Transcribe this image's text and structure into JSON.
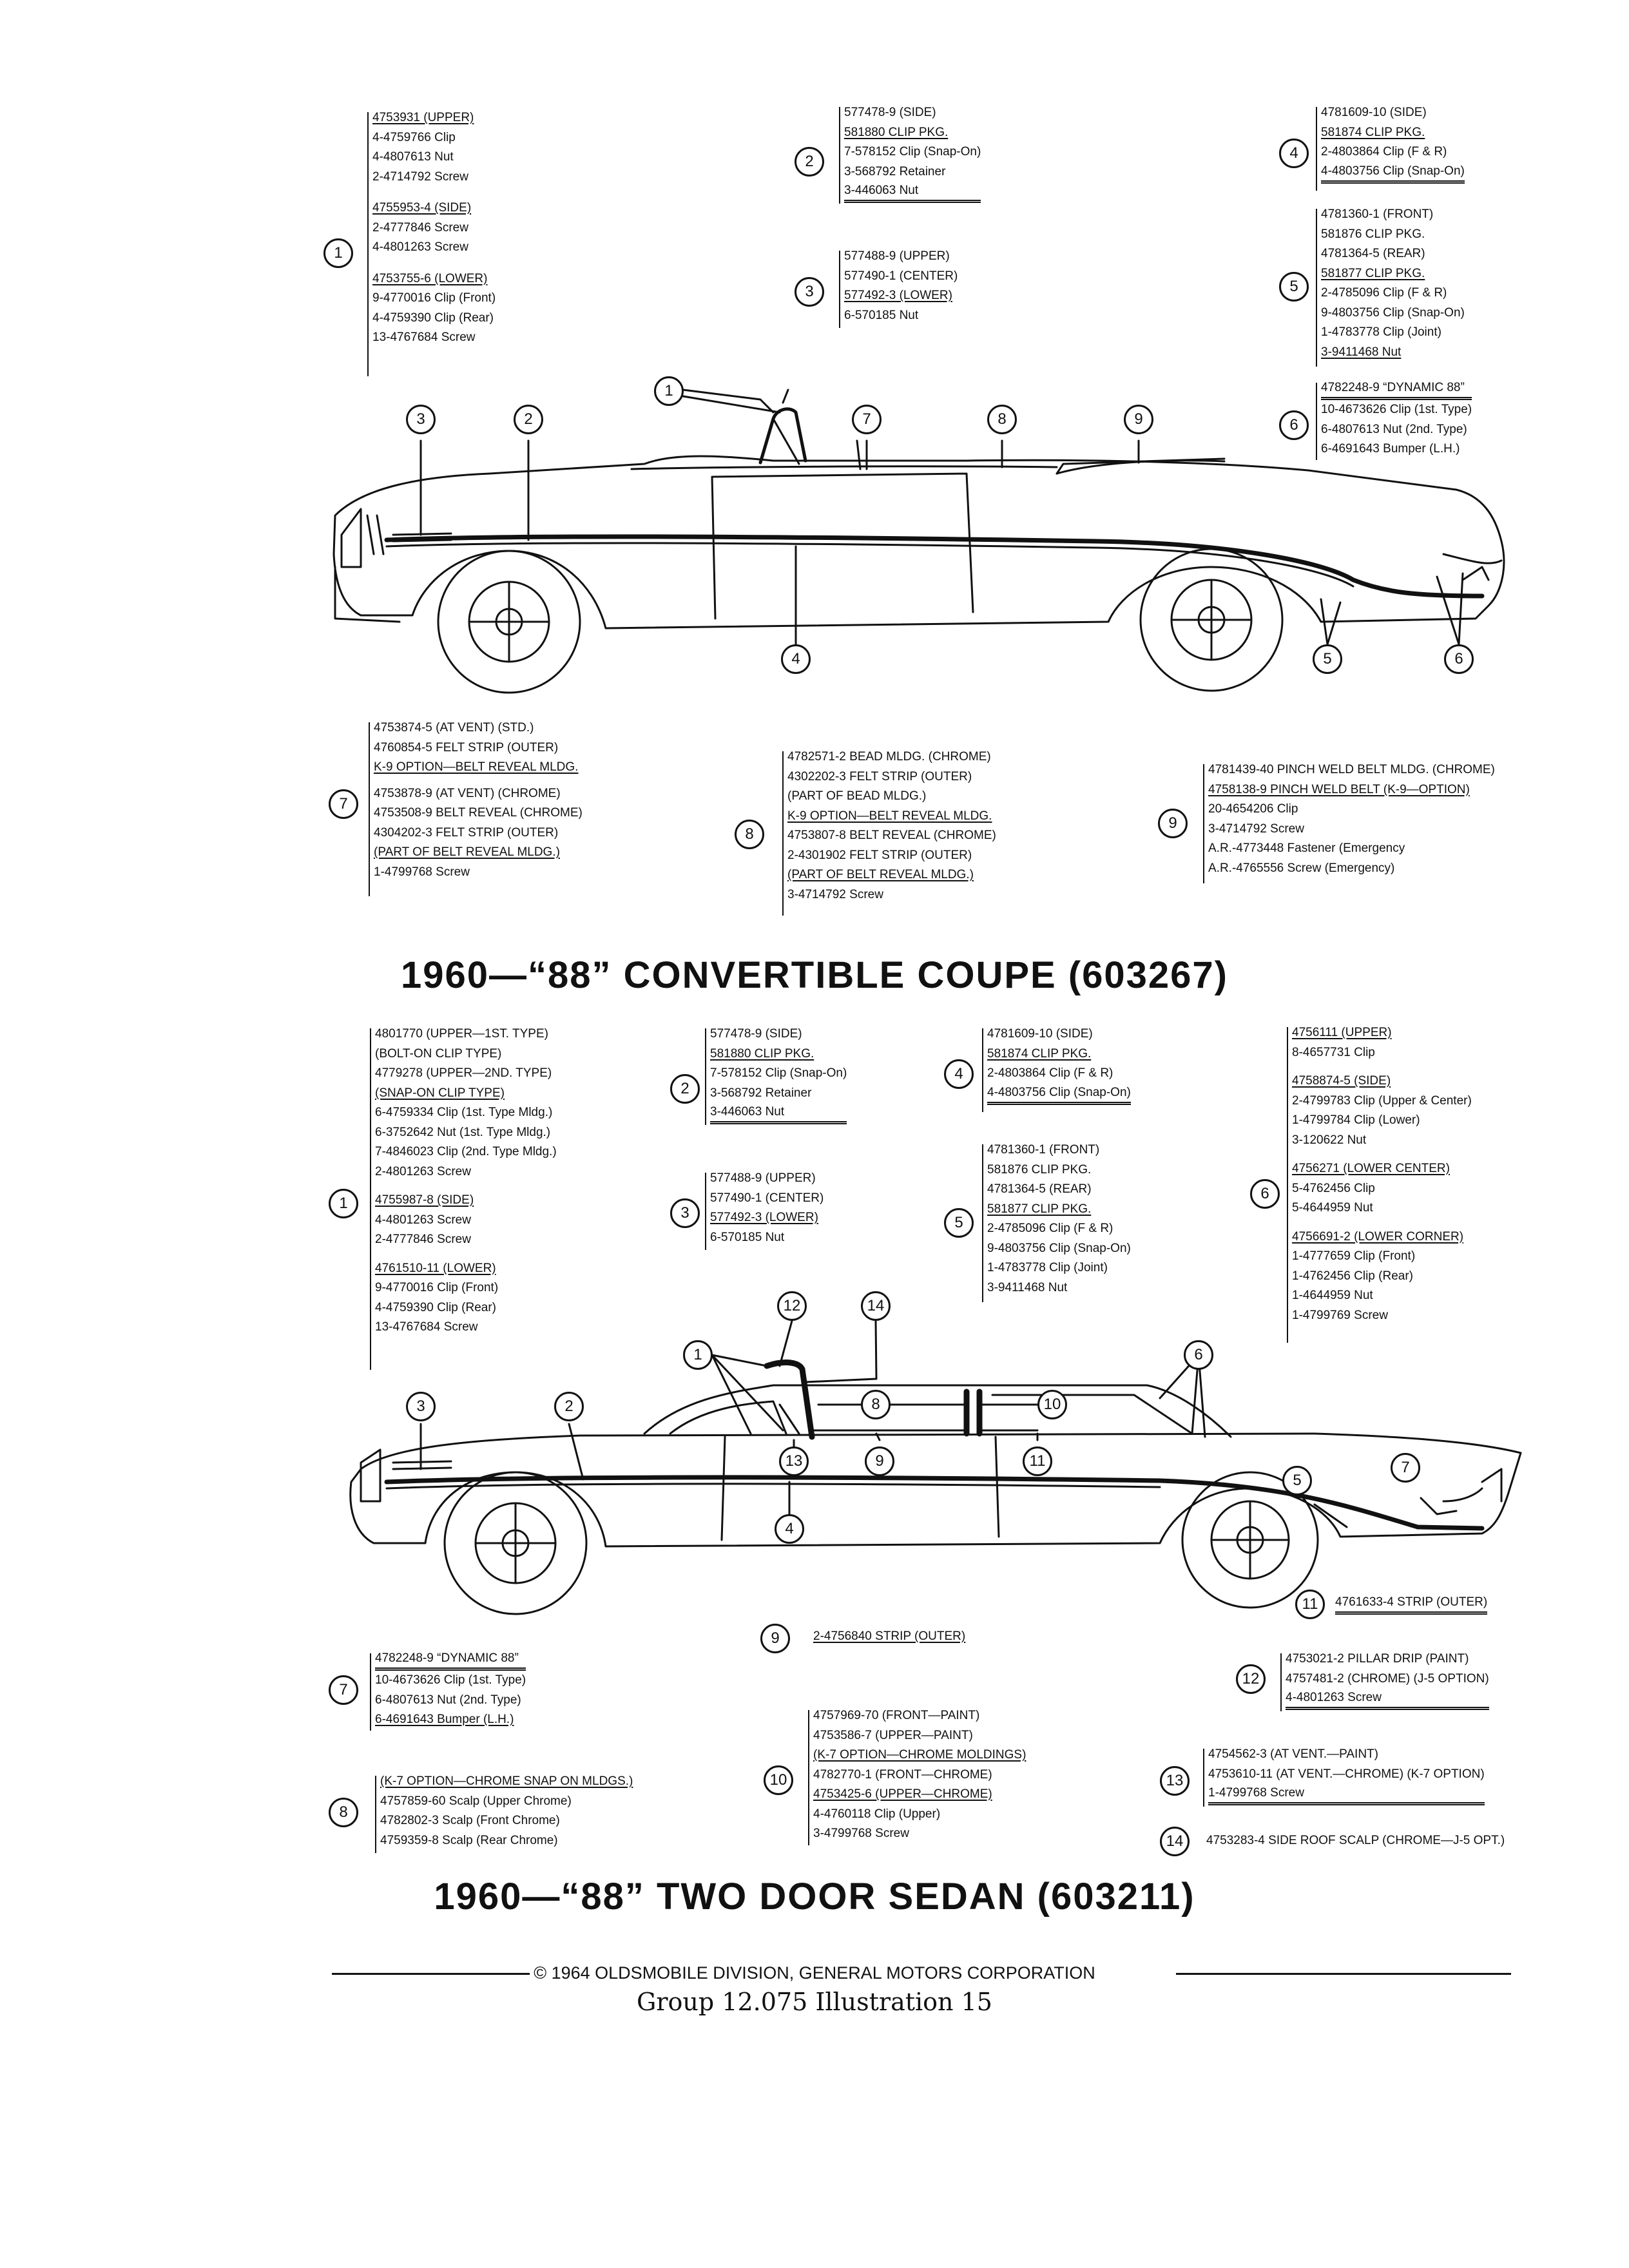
{
  "title_convertible": "1960—“88” CONVERTIBLE COUPE (603267)",
  "title_sedan": "1960—“88” TWO DOOR SEDAN (603211)",
  "copyright": "© 1964 OLDSMOBILE DIVISION, GENERAL MOTORS CORPORATION",
  "group_caption": "Group 12.075   Illustration 15",
  "callouts": {
    "c1": "1",
    "c2": "2",
    "c3": "3",
    "c4": "4",
    "c5": "5",
    "c6": "6",
    "c7": "7",
    "c8": "8",
    "c9": "9",
    "c10": "10",
    "c11": "11",
    "c12": "12",
    "c13": "13",
    "c14": "14"
  },
  "conv": {
    "g1": [
      "4753931 (UPPER)",
      "4-4759766  Clip",
      "4-4807613  Nut",
      "2-4714792  Screw",
      "4755953-4 (SIDE)",
      "2-4777846  Screw",
      "4-4801263  Screw",
      "4753755-6 (LOWER)",
      "9-4770016  Clip (Front)",
      "4-4759390  Clip (Rear)",
      "13-4767684  Screw"
    ],
    "g2": [
      "577478-9 (SIDE)",
      "581880   CLIP PKG.",
      "7-578152  Clip (Snap-On)",
      "3-568792  Retainer",
      "3-446063  Nut"
    ],
    "g3": [
      "577488-9  (UPPER)",
      "577490-1  (CENTER)",
      "577492-3  (LOWER)",
      "6-570185  Nut"
    ],
    "g4": [
      "4781609-10 (SIDE)",
      "581874   CLIP PKG.",
      "2-4803864  Clip (F & R)",
      "4-4803756  Clip (Snap-On)"
    ],
    "g5": [
      "4781360-1 (FRONT)",
      "581876 CLIP PKG.",
      "4781364-5 (REAR)",
      "581877   CLIP PKG.",
      "2-4785096  Clip (F & R)",
      "9-4803756  Clip (Snap-On)",
      "1-4783778  Clip (Joint)",
      "3-9411468  Nut"
    ],
    "g6": [
      "4782248-9  “DYNAMIC 88”",
      "10-4673626  Clip (1st. Type)",
      "6-4807613  Nut (2nd. Type)",
      "6-4691643  Bumper (L.H.)"
    ],
    "g7": [
      "4753874-5  (AT VENT) (STD.)",
      "4760854-5  FELT STRIP (OUTER)",
      "K-9 OPTION—BELT REVEAL MLDG.",
      "4753878-9  (AT VENT) (CHROME)",
      "4753508-9  BELT REVEAL (CHROME)",
      "4304202-3  FELT STRIP (OUTER)",
      "(PART OF BELT REVEAL MLDG.)",
      "1-4799768  Screw"
    ],
    "g8": [
      "4782571-2  BEAD MLDG. (CHROME)",
      "4302202-3  FELT STRIP (OUTER)",
      "(PART OF BEAD MLDG.)",
      "K-9 OPTION—BELT REVEAL MLDG.",
      "4753807-8  BELT REVEAL (CHROME)",
      "2-4301902  FELT STRIP (OUTER)",
      "(PART OF BELT REVEAL MLDG.)",
      "3-4714792  Screw"
    ],
    "g9": [
      "4781439-40  PINCH WELD BELT MLDG. (CHROME)",
      "4758138-9  PINCH WELD BELT (K-9—OPTION)",
      "20-4654206  Clip",
      "3-4714792  Screw",
      "A.R.-4773448  Fastener (Emergency",
      "A.R.-4765556  Screw (Emergency)"
    ]
  },
  "sedan": {
    "g1": [
      "4801770  (UPPER—1ST. TYPE)",
      "(BOLT-ON CLIP TYPE)",
      "4779278  (UPPER—2ND. TYPE)",
      "(SNAP-ON CLIP TYPE)",
      "6-4759334  Clip (1st. Type Mldg.)",
      "6-3752642  Nut (1st. Type Mldg.)",
      "7-4846023  Clip (2nd. Type Mldg.)",
      "2-4801263  Screw",
      "4755987-8  (SIDE)",
      "4-4801263  Screw",
      "2-4777846  Screw",
      "4761510-11  (LOWER)",
      "9-4770016  Clip (Front)",
      "4-4759390  Clip (Rear)",
      "13-4767684  Screw"
    ],
    "g2": [
      "577478-9 (SIDE)",
      "581880   CLIP PKG.",
      "7-578152  Clip (Snap-On)",
      "3-568792  Retainer",
      "3-446063  Nut"
    ],
    "g3": [
      "577488-9  (UPPER)",
      "577490-1  (CENTER)",
      "577492-3  (LOWER)",
      "6-570185  Nut"
    ],
    "g4": [
      "4781609-10 (SIDE)",
      "581874   CLIP PKG.",
      "2-4803864  Clip (F & R)",
      "4-4803756  Clip (Snap-On)"
    ],
    "g5": [
      "4781360-1 (FRONT)",
      "581876  CLIP PKG.",
      "4781364-5 (REAR)",
      "581877   CLIP PKG.",
      "2-4785096  Clip (F & R)",
      "9-4803756  Clip (Snap-On)",
      "1-4783778  Clip (Joint)",
      "3-9411468  Nut"
    ],
    "g6": [
      "4756111  (UPPER)",
      "8-4657731  Clip",
      "4758874-5  (SIDE)",
      "2-4799783  Clip (Upper & Center)",
      "1-4799784  Clip (Lower)",
      "3-120622  Nut",
      "4756271  (LOWER CENTER)",
      "5-4762456  Clip",
      "5-4644959  Nut",
      "4756691-2  (LOWER CORNER)",
      "1-4777659  Clip (Front)",
      "1-4762456  Clip (Rear)",
      "1-4644959  Nut",
      "1-4799769  Screw"
    ],
    "g7": [
      "4782248-9  “DYNAMIC 88”",
      "10-4673626  Clip (1st. Type)",
      "6-4807613  Nut (2nd. Type)",
      "6-4691643  Bumper (L.H.)"
    ],
    "g8": [
      "(K-7 OPTION—CHROME SNAP ON MLDGS.)",
      "4757859-60  Scalp (Upper Chrome)",
      "4782802-3  Scalp (Front Chrome)",
      "4759359-8  Scalp (Rear Chrome)"
    ],
    "g9": [
      "2-4756840  STRIP (OUTER)"
    ],
    "g10": [
      "4757969-70  (FRONT—PAINT)",
      "4753586-7  (UPPER—PAINT)",
      "(K-7 OPTION—CHROME MOLDINGS)",
      "4782770-1  (FRONT—CHROME)",
      "4753425-6  (UPPER—CHROME)",
      "4-4760118  Clip (Upper)",
      "3-4799768  Screw"
    ],
    "g11": [
      "4761633-4  STRIP (OUTER)"
    ],
    "g12": [
      "4753021-2  PILLAR DRIP (PAINT)",
      "4757481-2  (CHROME) (J-5 OPTION)",
      "4-4801263  Screw"
    ],
    "g13": [
      "4754562-3  (AT VENT.—PAINT)",
      "4753610-11  (AT VENT.—CHROME) (K-7 OPTION)",
      "1-4799768  Screw"
    ],
    "g14": [
      "4753283-4  SIDE ROOF SCALP (CHROME—J-5 OPT.)"
    ]
  }
}
